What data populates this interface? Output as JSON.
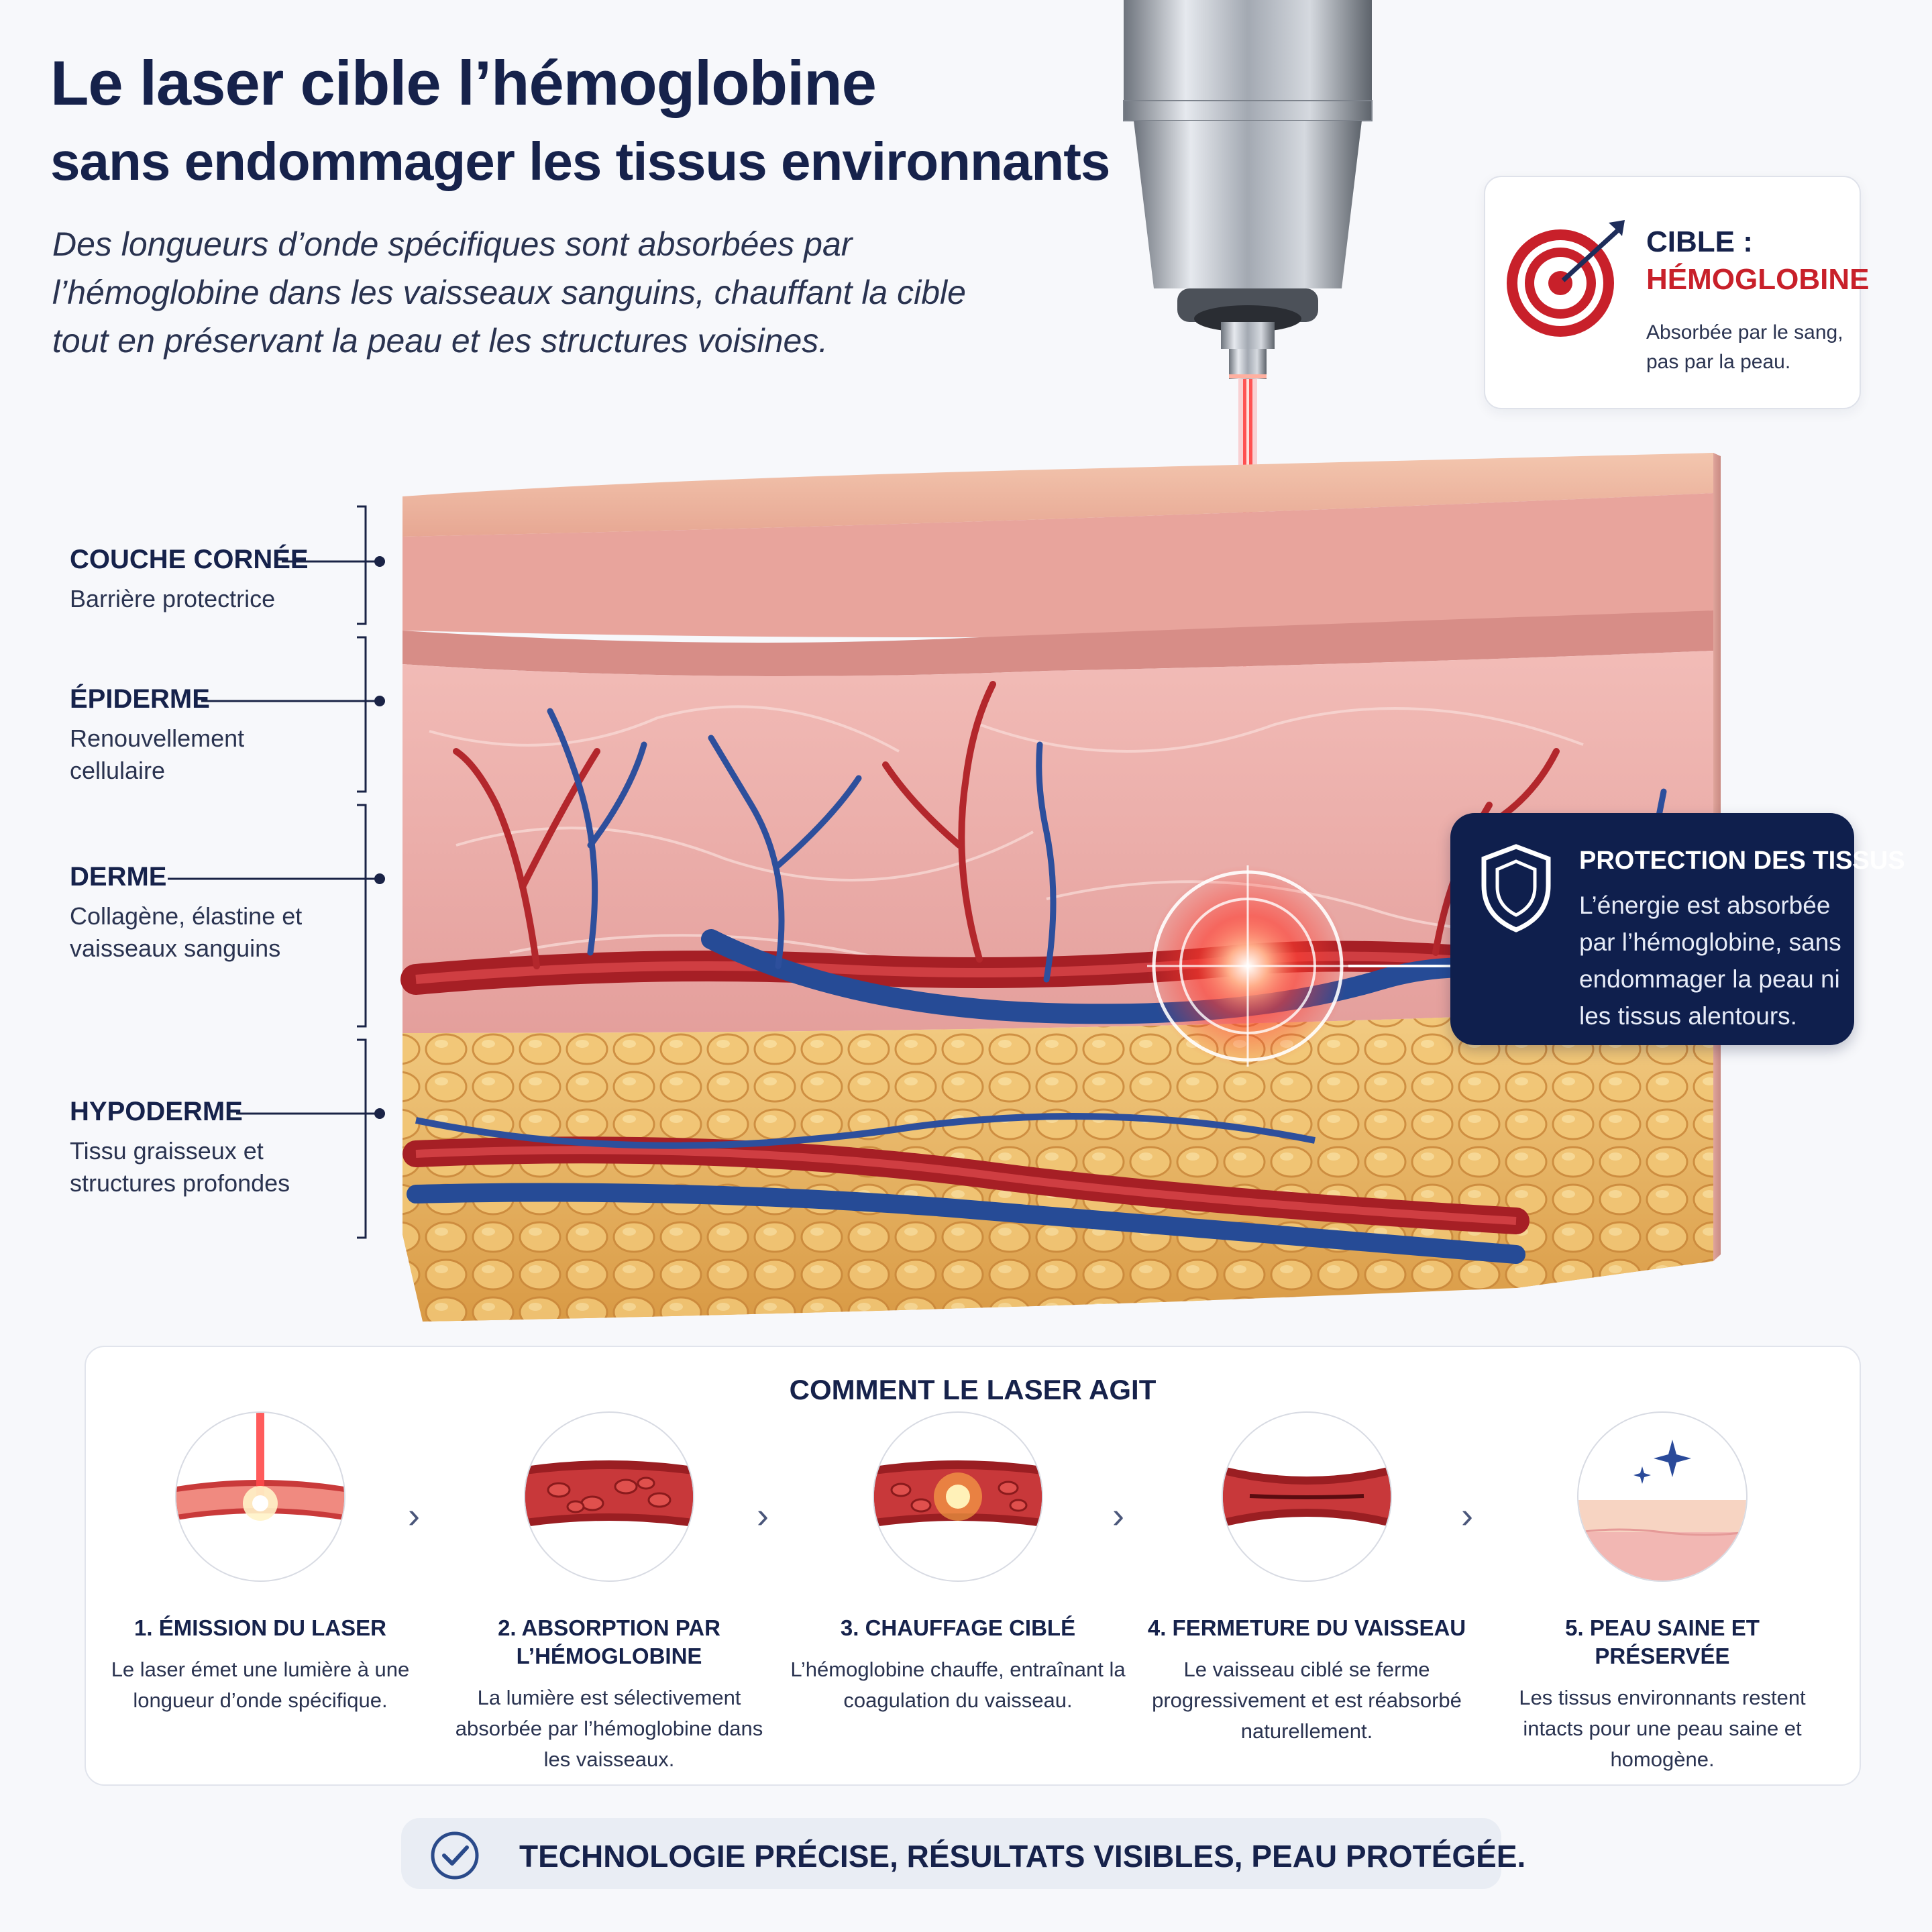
{
  "header": {
    "title_line1": "Le laser cible l’hémoglobine",
    "title_line2": "sans endommager les tissus environnants",
    "intro": "Des longueurs d’onde spécifiques sont absorbées par l’hémoglobine dans les vaisseaux sanguins, chauffant la cible tout en préservant la peau et les structures voisines."
  },
  "target_card": {
    "label": "CIBLE :",
    "target": "HÉMOGLOBINE",
    "description": "Absorbée par le sang, pas par la peau.",
    "icon": "target-arrow-icon"
  },
  "layers": [
    {
      "name": "COUCHE CORNÉE",
      "description": "Barrière protectrice"
    },
    {
      "name": "ÉPIDERME",
      "description": "Renouvellement cellulaire"
    },
    {
      "name": "DERME",
      "description": "Collagène, élastine et vaisseaux sanguins"
    },
    {
      "name": "HYPODERME",
      "description": "Tissu graisseux et structures profondes"
    }
  ],
  "protection_card": {
    "title": "PROTECTION DES TISSUS",
    "description": "L’énergie est absorbée par l’hémoglobine, sans endommager la peau ni les tissus alentours.",
    "icon": "shield-icon"
  },
  "how_it_works": {
    "title": "COMMENT LE LASER AGIT",
    "steps": [
      {
        "title": "1. ÉMISSION DU LASER",
        "description": "Le laser émet une lumière à une longueur d’onde spécifique."
      },
      {
        "title": "2. ABSORPTION PAR L’HÉMOGLOBINE",
        "description": "La lumière est sélectivement absorbée par l’hémoglobine dans les vaisseaux."
      },
      {
        "title": "3. CHAUFFAGE CIBLÉ",
        "description": "L’hémoglobine chauffe, entraînant la coagulation du vaisseau."
      },
      {
        "title": "4. FERMETURE DU VAISSEAU",
        "description": "Le vaisseau ciblé se ferme progressivement et est réabsorbé naturellement."
      },
      {
        "title": "5. PEAU SAINE ET PRÉSERVÉE",
        "description": "Les tissus environnants restent intacts pour une peau saine et homogène."
      }
    ]
  },
  "footer": {
    "text": "TECHNOLOGIE PRÉCISE, RÉSULTATS VISIBLES, PEAU PROTÉGÉE.",
    "icon": "check-circle-icon"
  },
  "colors": {
    "navy": "#16224b",
    "laser_red": "#e8262c",
    "artery": "#b8282c",
    "vein": "#2c4f9c",
    "fat": "#e8b45a",
    "skin": "#f0b7b0"
  }
}
